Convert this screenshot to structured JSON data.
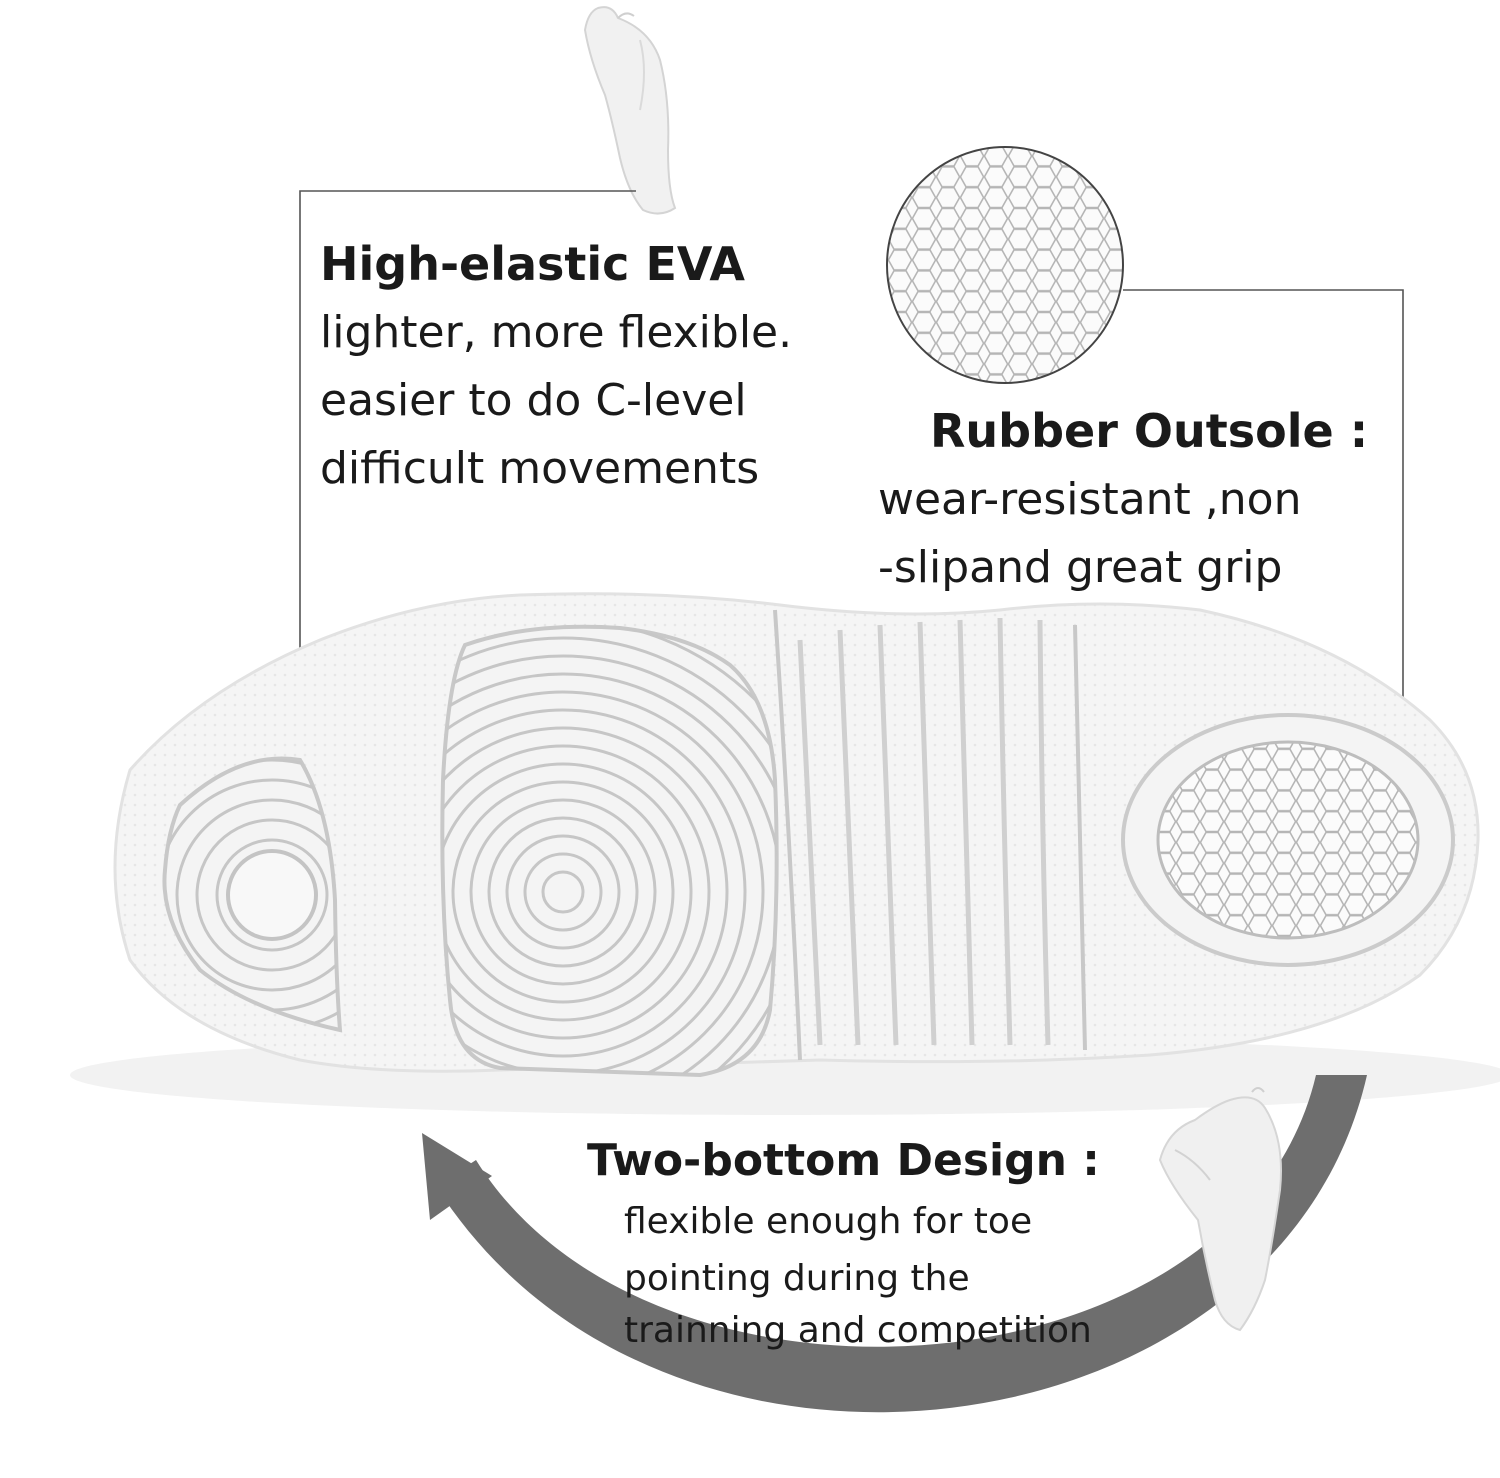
{
  "colors": {
    "background": "#ffffff",
    "text": "#1a1a1a",
    "sole": "#f3f3f3",
    "sole_groove": "#c9c9c9",
    "leader_line": "#555555",
    "arrow": "#6e6e6e"
  },
  "callouts": {
    "eva": {
      "heading": "High-elastic EVA",
      "lines": [
        "lighter, more flexible.",
        "easier to do C-level",
        "difficult movements"
      ]
    },
    "outsole": {
      "heading": "Rubber Outsole :",
      "lines": [
        "wear-resistant ,non",
        "-slipand great grip"
      ]
    },
    "two_bottom": {
      "heading": "Two-bottom Design :",
      "lines": [
        "flexible enough for toe",
        "pointing during the",
        "trainning and competition"
      ]
    }
  },
  "icons": {
    "shoe_top": "bent-shoe-icon",
    "shoe_bottom": "bent-shoe-icon",
    "texture": "hexagon-texture-icon",
    "arrow": "curved-arrow-icon"
  }
}
